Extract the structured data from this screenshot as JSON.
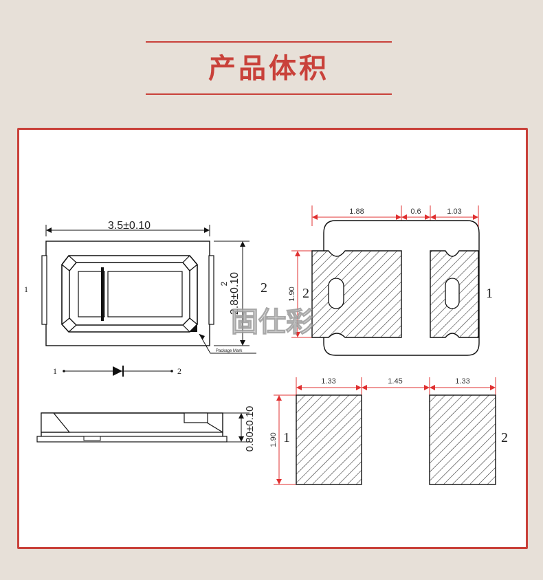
{
  "header": {
    "title": "产品体积"
  },
  "drawing": {
    "top_view": {
      "width_dim": "3.5±0.10",
      "height_dim": "2.8±0.10",
      "pin_left": "1",
      "pin_right": "2",
      "pin_small": "2",
      "package_mark_label": "Package Mark"
    },
    "diode_symbol": {
      "pin_left": "1",
      "pin_right": "2"
    },
    "side_view": {
      "height_dim": "0.80±0.10"
    },
    "pad_layout_top": {
      "dim_a": "1.88",
      "dim_b": "0.6",
      "dim_c": "1.03",
      "height": "1.90",
      "pin_left": "2",
      "pin_right": "1"
    },
    "pad_layout_bottom": {
      "dim_a": "1.33",
      "dim_b": "1.45",
      "dim_c": "1.33",
      "height": "1.90",
      "pin_left": "1",
      "pin_right": "2"
    },
    "watermark": "固仕彩"
  },
  "colors": {
    "accent": "#c9413a",
    "background": "#e7e0d8",
    "panel": "#ffffff"
  }
}
